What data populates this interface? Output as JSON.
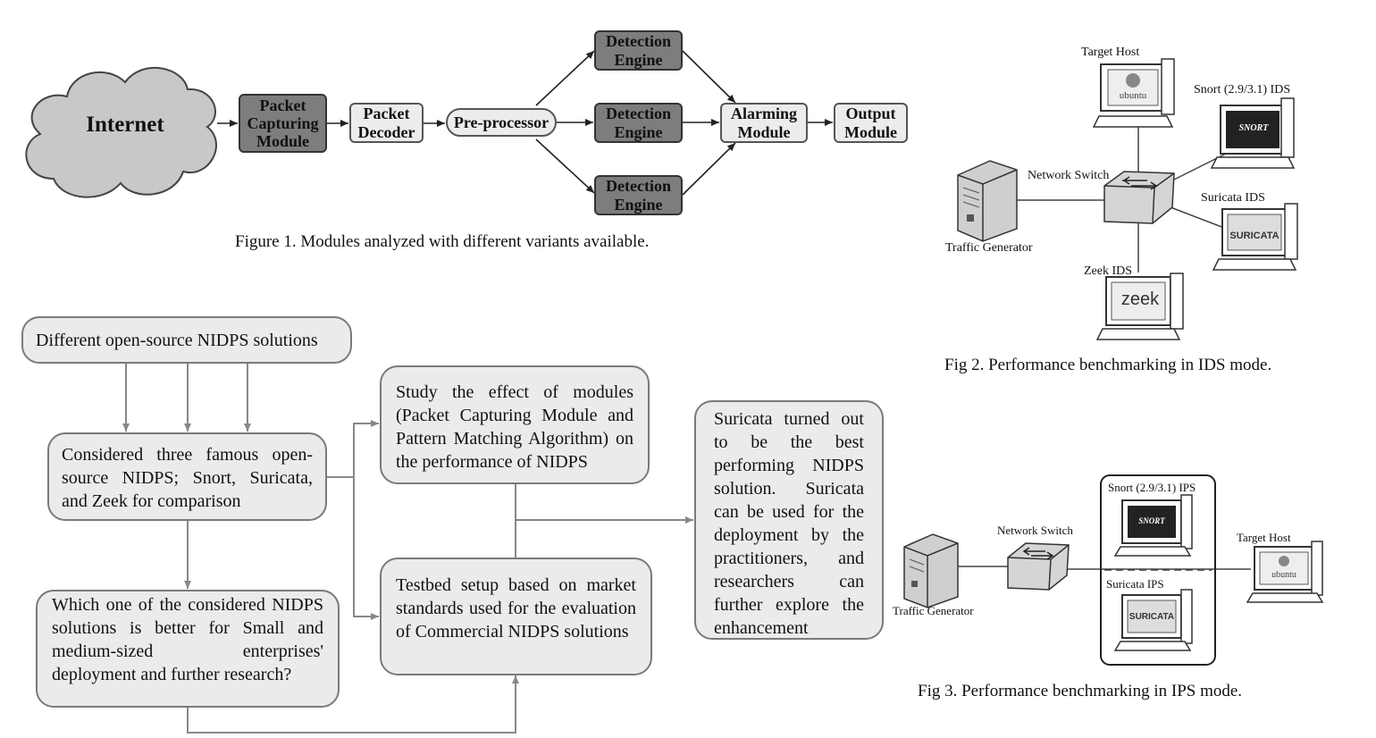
{
  "figure1": {
    "cloud_label": "Internet",
    "modules": {
      "packet_capturing": "Packet Capturing Module",
      "packet_decoder": "Packet Decoder",
      "pre_processor": "Pre-processor",
      "detection_engine_1": "Detection Engine",
      "detection_engine_2": "Detection Engine",
      "detection_engine_3": "Detection Engine",
      "alarming_module": "Alarming Module",
      "output_module": "Output Module"
    },
    "caption": "Figure 1. Modules analyzed with different variants available."
  },
  "figure2": {
    "target_host": "Target Host",
    "snort": "Snort (2.9/3.1) IDS",
    "network_switch": "Network Switch",
    "suricata": "Suricata IDS",
    "traffic_generator": "Traffic Generator",
    "zeek": "Zeek IDS",
    "logo_ubuntu": "ubuntu",
    "logo_snort": "SNORT",
    "logo_suricata": "SURICATA",
    "logo_zeek": "zeek",
    "caption": "Fig 2. Performance benchmarking in IDS mode."
  },
  "figure3": {
    "snort": "Snort (2.9/3.1) IPS",
    "network_switch": "Network Switch",
    "target_host": "Target Host",
    "suricata": "Suricata IPS",
    "traffic_generator": "Traffic Generator",
    "logo_ubuntu": "ubuntu",
    "logo_snort": "SNORT",
    "logo_suricata": "SURICATA",
    "caption": "Fig 3. Performance benchmarking in IPS mode."
  },
  "flowchart": {
    "open_source": "Different open-source NIDPS solutions",
    "considered": "Considered three famous open-source NIDPS; Snort, Suricata, and Zeek for comparison",
    "question": "Which one of the considered NIDPS solutions is better for Small and medium-sized enterprises' deployment and further research?",
    "study": "Study the effect of modules (Packet Capturing Module and Pattern Matching Algorithm) on the performance of NIDPS",
    "testbed": "Testbed setup based on market standards used for the evaluation of Commercial NIDPS solutions",
    "conclusion": "Suricata turned out to be the best performing NIDPS solution. Suricata can be used for the deployment by the practitioners, and researchers can further explore the enhancement"
  }
}
